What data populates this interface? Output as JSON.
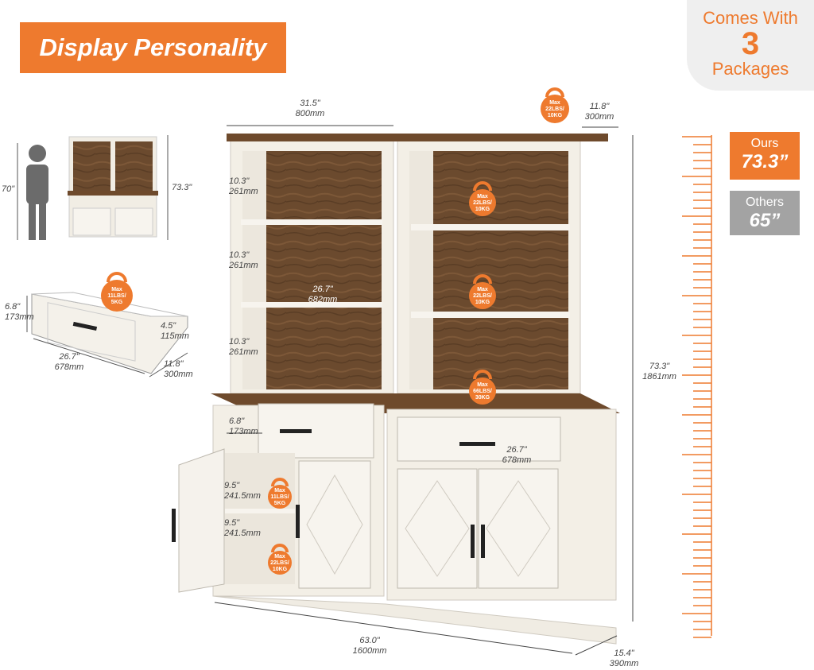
{
  "banner": {
    "title": "Display Personality"
  },
  "packages": {
    "line1": "Comes With",
    "count": "3",
    "line3": "Packages"
  },
  "height_compare": {
    "ours_label": "Ours",
    "ours_value": "73.3”",
    "others_label": "Others",
    "others_value": "65”"
  },
  "dims": {
    "hutch_width_in": "31.5\"",
    "hutch_width_mm": "800mm",
    "depth_top_in": "11.8\"",
    "depth_top_mm": "300mm",
    "shelf1_in": "10.3\"",
    "shelf1_mm": "261mm",
    "shelf2_in": "10.3\"",
    "shelf2_mm": "261mm",
    "shelf3_in": "10.3\"",
    "shelf3_mm": "261mm",
    "inner_width_in": "26.7\"",
    "inner_width_mm": "682mm",
    "drawer_h_in": "6.8\"",
    "drawer_h_mm": "173mm",
    "drawer_w_in": "26.7\"",
    "drawer_w_mm": "678mm",
    "cab1_in": "9.5\"",
    "cab1_mm": "241.5mm",
    "cab2_in": "9.5\"",
    "cab2_mm": "241.5mm",
    "total_h_in": "73.3\"",
    "total_h_mm": "1861mm",
    "total_w_in": "63.0\"",
    "total_w_mm": "1600mm",
    "base_depth_in": "15.4\"",
    "base_depth_mm": "390mm"
  },
  "person": {
    "height": "70\"",
    "unit_height": "73.3\""
  },
  "drawer_detail": {
    "height_in": "6.8\"",
    "height_mm": "173mm",
    "inner_in": "4.5\"",
    "inner_mm": "115mm",
    "width_in": "26.7\"",
    "width_mm": "678mm",
    "depth_in": "11.8\"",
    "depth_mm": "300mm"
  },
  "loads": {
    "top": [
      "Max",
      "22LBS/",
      "10KG"
    ],
    "shelf_a": [
      "Max",
      "22LBS/",
      "10KG"
    ],
    "shelf_b": [
      "Max",
      "22LBS/",
      "10KG"
    ],
    "counter": [
      "Max",
      "66LBS/",
      "30KG"
    ],
    "drawer": [
      "Max",
      "11LBS/",
      "5KG"
    ],
    "cab_shelf": [
      "Max",
      "11LBS/",
      "5KG"
    ],
    "cab_bottom": [
      "Max",
      "22LBS/",
      "10KG"
    ]
  },
  "colors": {
    "accent": "#ee7a2e",
    "wood": "#6e4a2c",
    "white_paint": "#f3efe6",
    "gray": "#a3a3a3"
  }
}
